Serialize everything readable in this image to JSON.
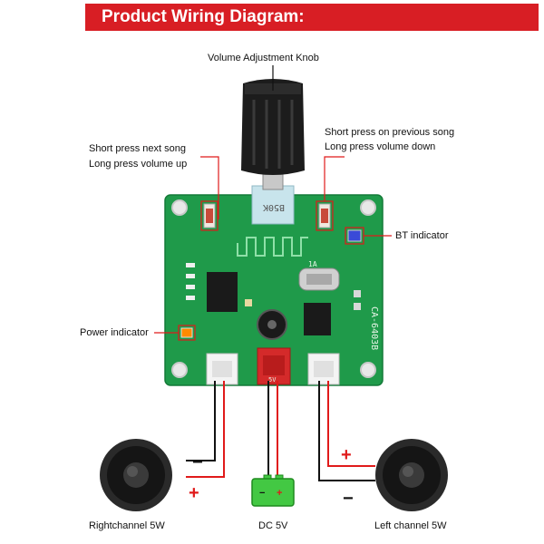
{
  "banner": {
    "title": "Product Wiring Diagram:"
  },
  "labels": {
    "volume_knob": "Volume Adjustment Knob",
    "next_song_line1": "Short press next song",
    "next_song_line2": "Long press volume up",
    "prev_song_line1": "Short press on previous song",
    "prev_song_line2": "Long press volume down",
    "bt_indicator": "BT indicator",
    "power_indicator": "Power indicator",
    "right_channel": "Rightchannel 5W",
    "dc_5v": "DC 5V",
    "left_channel": "Left channel 5W"
  },
  "pcb": {
    "model": "CA-6403B",
    "pot_marking": "B50K",
    "crystal_marking": "1A",
    "power_conn_marking": "5V"
  },
  "polarity": {
    "plus": "+",
    "minus": "−",
    "battery_minus": "−",
    "battery_plus": "+"
  },
  "colors": {
    "banner": "#d81e24",
    "pcb": "#1f9a4a",
    "wire_red": "#e01a1a",
    "wire_black": "#111111",
    "battery": "#43c843",
    "callout": "#e01a1a"
  }
}
